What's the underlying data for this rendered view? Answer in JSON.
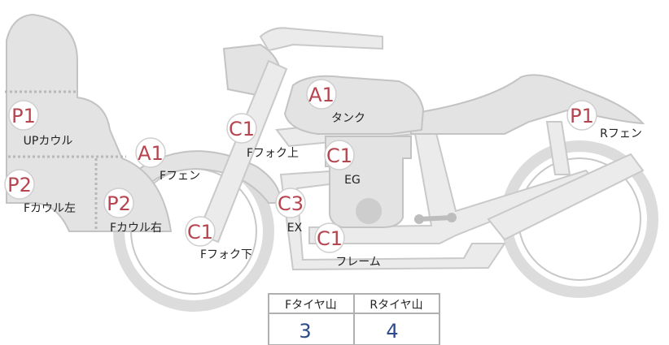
{
  "parts": [
    {
      "id": "up-cowl",
      "code": "P1",
      "label": "UPカウル"
    },
    {
      "id": "f-cowl-left",
      "code": "P2",
      "label": "Fカウル左"
    },
    {
      "id": "f-cowl-right",
      "code": "P2",
      "label": "Fカウル右"
    },
    {
      "id": "f-fender",
      "code": "A1",
      "label": "Fフェン"
    },
    {
      "id": "f-fork-upper",
      "code": "C1",
      "label": "Fフォク上"
    },
    {
      "id": "f-fork-lower",
      "code": "C1",
      "label": "Fフォク下"
    },
    {
      "id": "tank",
      "code": "A1",
      "label": "タンク"
    },
    {
      "id": "engine",
      "code": "C1",
      "label": "EG"
    },
    {
      "id": "exhaust",
      "code": "C3",
      "label": "EX"
    },
    {
      "id": "frame",
      "code": "C1",
      "label": "フレーム"
    },
    {
      "id": "r-fender",
      "code": "P1",
      "label": "Rフェン"
    }
  ],
  "tire_table": {
    "headers": [
      "Fタイヤ山",
      "Rタイヤ山"
    ],
    "values": [
      "3",
      "4"
    ]
  },
  "colors": {
    "code": "#b5454e",
    "value": "#2d4a8a",
    "body": "#e3e3e3"
  }
}
